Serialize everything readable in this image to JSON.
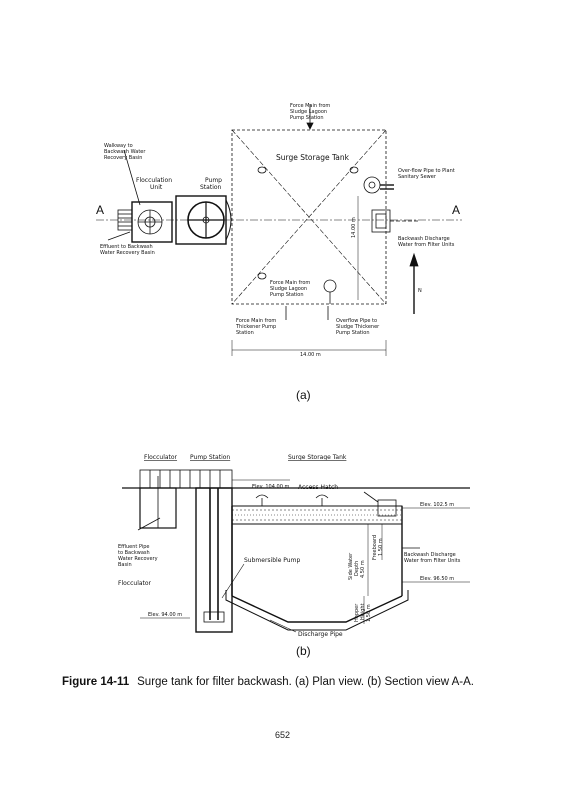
{
  "plan": {
    "force_main_top": [
      "Force Main from",
      "Sludge Lagoon",
      "Pump Station"
    ],
    "walkway": [
      "Walkway to",
      "Backwash Water",
      "Recovery Basin"
    ],
    "flocculation": [
      "Flocculation",
      "Unit"
    ],
    "pump": [
      "Pump",
      "Station"
    ],
    "surge_tank": "Surge Storage Tank",
    "overflow_sewer": [
      "Over-flow Pipe to Plant",
      "Sanitary Sewer"
    ],
    "section_mark": "A",
    "effluent": [
      "Effluent to Backwash",
      "Water Recovery Basin"
    ],
    "dim_side": "14.00 m",
    "backwash_discharge": [
      "Backwash Discharge",
      "Water from Filter Units"
    ],
    "north": "N",
    "force_main_mid": [
      "Force Main from",
      "Sludge Lagoon",
      "Pump Station"
    ],
    "force_main_thickener": [
      "Force Main from",
      "Thickener Pump",
      "Station"
    ],
    "overflow_thickener": [
      "Overflow Pipe to",
      "Sludge Thickener",
      "Pump Station"
    ],
    "dim_bottom": "14.00 m",
    "label": "(a)"
  },
  "section": {
    "flocculator_top": "Flocculator",
    "pump_station": "Pump Station",
    "surge_tank": "Surge Storage Tank",
    "elev_104": "Elev. 104.00 m",
    "access_hatch": "Access Hatch",
    "elev_102": "Elev. 102.5 m",
    "effluent_pipe": [
      "Effluent Pipe",
      "to Backwash",
      "Water Recovery",
      "Basin"
    ],
    "submersible": "Submersible Pump",
    "side_water": [
      "Side Water",
      "Depth",
      "4.50 m"
    ],
    "freeboard": [
      "Freeboard",
      "1.50 m"
    ],
    "backwash_discharge": [
      "Backwash Discharge",
      "Water from Filter Units"
    ],
    "flocculator_side": "Flocculator",
    "elev_9650": "Elev. 96.50 m",
    "elev_9400": "Elev. 94.00 m",
    "hopper": [
      "Hopper",
      "Height",
      "1.50 m"
    ],
    "discharge_pipe": "Discharge Pipe",
    "label": "(b)"
  },
  "caption": {
    "figure": "Figure 14-11",
    "text": "Surge tank for filter backwash. (a) Plan view. (b) Section view A-A."
  },
  "page_number": "652"
}
